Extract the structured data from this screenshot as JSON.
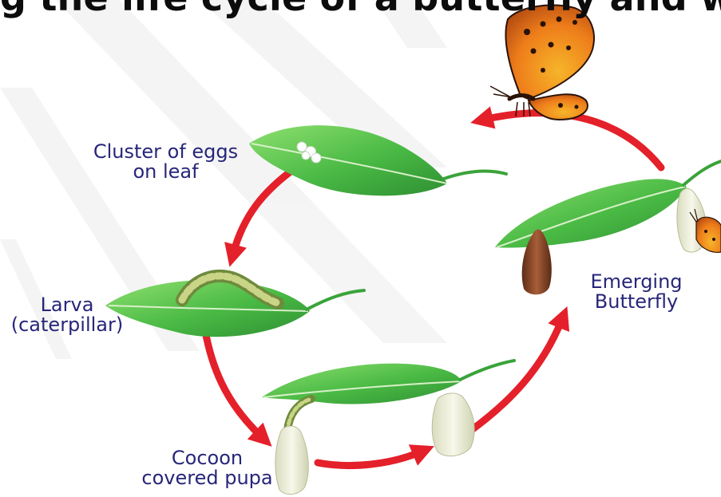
{
  "header": {
    "partial_text": "g the life cycle of a butterfly and write your comme"
  },
  "stages": [
    {
      "line1": "Cluster of eggs",
      "line2": "on leaf"
    },
    {
      "line1": "Larva",
      "line2": "(caterpillar)"
    },
    {
      "line1": "Cocoon",
      "line2": "covered pupa"
    },
    {
      "line1": "Emerging",
      "line2": "Butterfly"
    }
  ],
  "colors": {
    "label_text": "#27267a",
    "arrow_red": "#e4202a",
    "leaf_green": "#4fbf4a",
    "leaf_dark": "#2e8b2e",
    "cocoon": "#eef1dc",
    "chrysalis": "#8a4a2a",
    "butterfly_orange": "#f08a1c",
    "watermark": "#eaeaea"
  }
}
